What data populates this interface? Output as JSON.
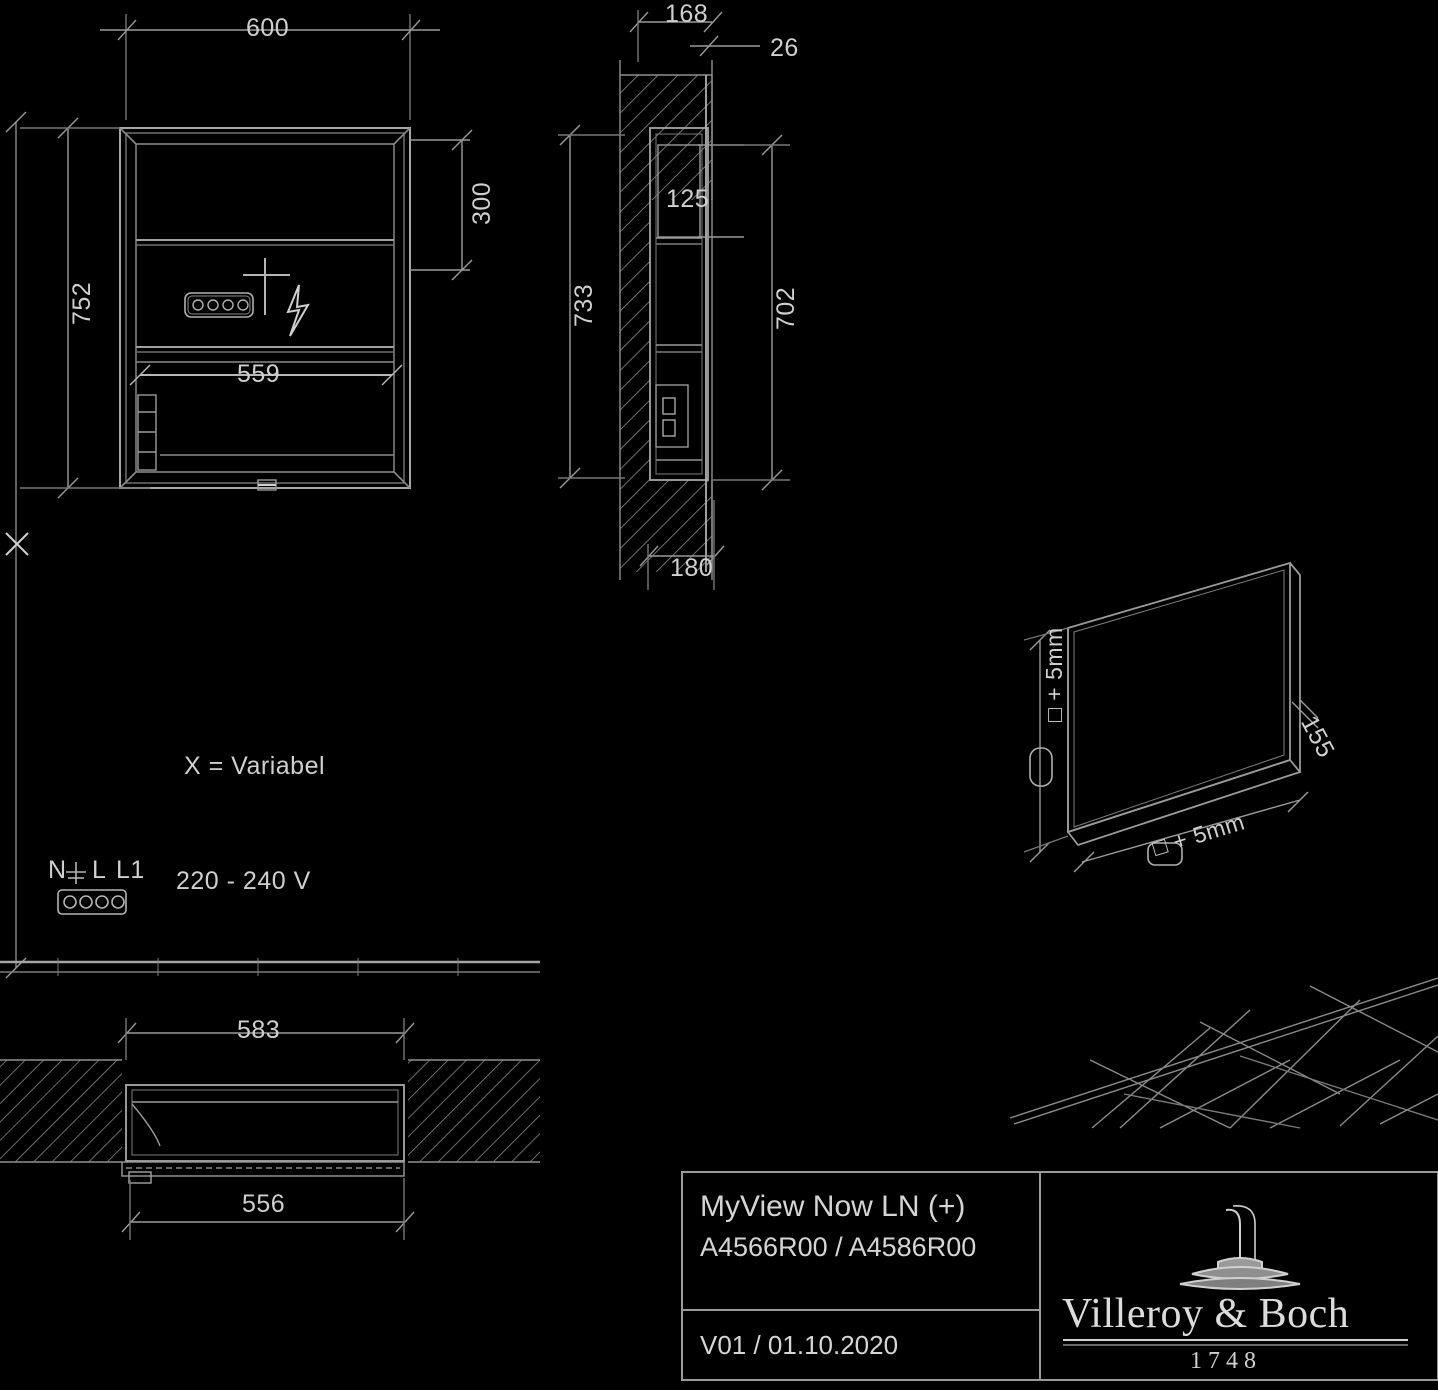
{
  "document": {
    "kind": "technical-dimension-drawing",
    "background": "#000000",
    "line_color": "#9a9a9a",
    "text_color": "#d0d0d0"
  },
  "front_view": {
    "name": "front-elevation",
    "dimensions": {
      "width": "600",
      "height": "752",
      "inner_right": "300",
      "inner_width": "559"
    },
    "symbols": {
      "terminal_block": "terminal-block-4-pin",
      "power": "lightning-bolt-icon",
      "center_mark": "center-cross-mark"
    }
  },
  "side_view": {
    "name": "side-section",
    "dimensions": {
      "depth_total": "168",
      "front_offset": "26",
      "upper_compartment": "125",
      "wall_depth": "180",
      "left_height": "733",
      "right_height": "702"
    }
  },
  "iso_view": {
    "name": "isometric-recess",
    "labels": {
      "height_clearance": "□ + 5mm",
      "width_clearance": "□ + 5mm",
      "depth": "155"
    }
  },
  "plan_section": {
    "name": "horizontal-section",
    "dimensions": {
      "recess_width": "583",
      "cabinet_width": "556"
    }
  },
  "notes": {
    "variable": "X = Variabel",
    "variable_marker": "X",
    "voltage": "220 - 240 V",
    "terminals": [
      "N",
      "⏚",
      "L",
      "L1"
    ]
  },
  "title_block": {
    "product_name": "MyView Now LN (+)",
    "article_numbers": "A4566R00 / A4586R00",
    "version": "V01 / 01.10.2020",
    "brand": "Villeroy & Boch",
    "brand_year": "1748",
    "brand_mark": "fountain-logo-icon"
  }
}
